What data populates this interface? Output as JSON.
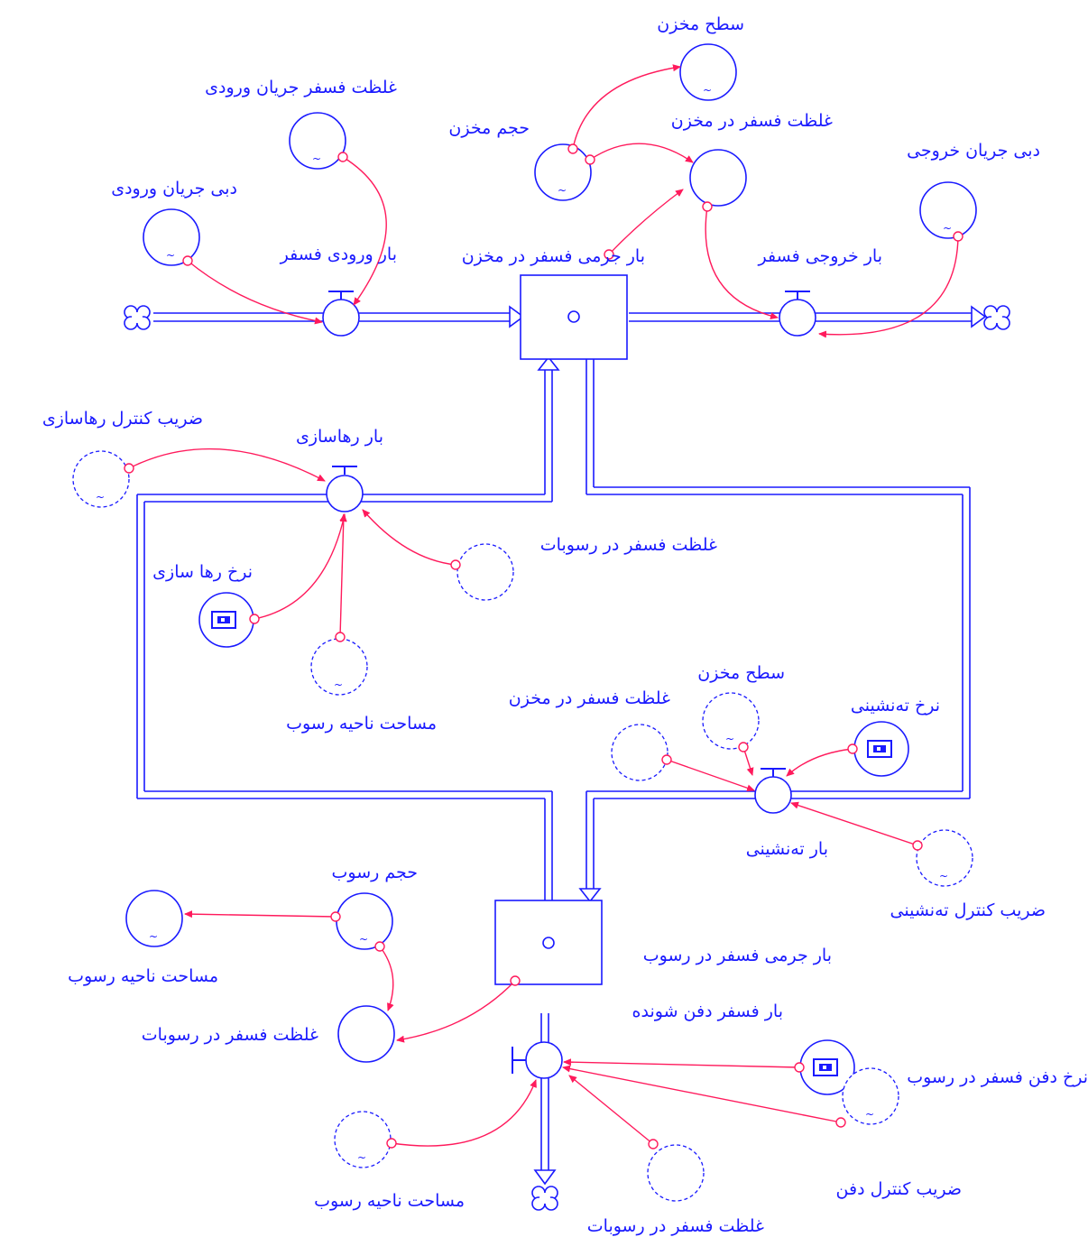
{
  "colors": {
    "primary": "#1a1aff",
    "link": "#ff1a5c",
    "background": "#ffffff"
  },
  "labels": {
    "reservoir_level_top": "سطح مخزن",
    "inflow_p_conc": "غلظت فسفر جریان ورودی",
    "reservoir_volume": "حجم مخزن",
    "reservoir_p_conc": "غلظت فسفر در مخزن",
    "inflow_discharge": "دبی جریان ورودی",
    "outflow_discharge": "دبی جریان خروجی",
    "p_input_load": "بار ورودی فسفر",
    "reservoir_p_mass": "بار جرمی فسفر در مخزن",
    "p_output_load": "بار خروجی فسفر",
    "release_control_coef": "ضریب کنترل رهاسازی",
    "release_load": "بار رهاسازی",
    "sediment_p_conc_mid": "غلظت فسفر در رسوبات",
    "release_rate": "نرخ رها سازی",
    "sediment_area_mid": "مساحت ناحیه رسوب",
    "reservoir_level_mid": "سطح مخزن",
    "reservoir_p_conc_mid": "غلظت فسفر در مخزن",
    "settling_rate": "نرخ ته‌نشینی",
    "settling_load": "بار ته‌نشینی",
    "settling_control_coef": "ضریب کنترل ته‌نشینی",
    "sediment_volume": "حجم رسوب",
    "sediment_area_left": "مساحت ناحیه رسوب",
    "sediment_p_mass": "بار جرمی فسفر در رسوب",
    "sediment_p_conc_left": "غلظت فسفر در رسوبات",
    "burial_load": "بار فسفر دفن شونده",
    "burial_rate": "نرخ دفن فسفر در رسوب",
    "burial_control_coef": "ضریب کنترل دفن",
    "sediment_area_bottom": "مساحت ناحیه رسوب",
    "sediment_p_conc_bottom": "غلظت فسفر در رسوبات"
  }
}
